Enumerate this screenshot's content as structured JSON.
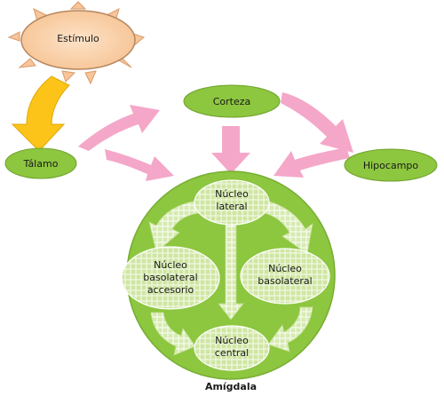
{
  "diagram": {
    "stimulus": "Estímulo",
    "thalamus": "Tálamo",
    "cortex": "Corteza",
    "hippocampus": "Hipocampo",
    "lateral_nucleus": [
      "Núcleo",
      "lateral"
    ],
    "basolateral_accessory_nucleus": [
      "Núcleo",
      "basolateral",
      "accesorio"
    ],
    "basolateral_nucleus": [
      "Núcleo",
      "basolateral"
    ],
    "central_nucleus": [
      "Núcleo",
      "central"
    ],
    "amygdala_caption": "Amígdala"
  },
  "colors": {
    "green_node": "#8dc63f",
    "amygdala_fill": "#8dc63f",
    "nucleus_fill": "#d9ecb4",
    "pink_arrow": "#f4a7c8",
    "yellow_arrow": "#fcc419",
    "sun_fill": "#fbd7b4"
  }
}
